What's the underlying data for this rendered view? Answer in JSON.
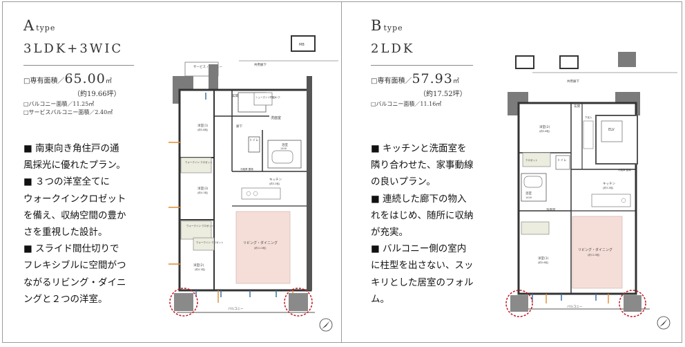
{
  "plan_a": {
    "type_letter": "A",
    "type_word": "type",
    "plan_name": "3LDK+3WIC",
    "area_label": "□専有面積／",
    "area_value": "65.00",
    "area_unit": "㎡",
    "area_tsubo": "（約19.66坪）",
    "balcony_area": "□バルコニー面積／11.25㎡",
    "service_balcony_area": "□サービスバルコニー面積／2.40㎡",
    "features": [
      "■ 南東向き角住戸の通",
      "風採光に優れたプラン。",
      "■ ３つの洋室全てに",
      "ウォークインクロゼット",
      "を備え、収納空間の豊か",
      "さを重視した設計。",
      "■ スライド間仕切りで",
      "フレキシブルに空間がつ",
      "ながるリビング・ダイニ",
      "ングと２つの洋室。"
    ],
    "rooms": {
      "service_balcony": "サービス\nバルコニー",
      "mb": "MB",
      "common_corridor": "共用廊下",
      "entrance": "玄関",
      "shoe_cloak": "シューズイン\nクローク",
      "shoebox": "下足入",
      "washroom": "洗面室",
      "hallway": "廊下",
      "bedroom1": "洋室(1)",
      "bedroom1_size": "(約5.8帖)",
      "wic1": "ウォークイン\nクロゼット",
      "toilet": "トイレ",
      "bath": "浴室",
      "bath_size": "1416",
      "bedroom3": "洋室(3)",
      "bedroom3_size": "(約4.1帖)",
      "storage": "冷蔵庫\n置場",
      "kitchen": "キッチン",
      "kitchen_size": "(約3.2帖)",
      "wic2": "ウォークイン\nクロゼット",
      "wic3": "ウォークイン\nクロゼット",
      "ld": "リビング・ダイニング",
      "ld_size": "(約11.0帖)",
      "bedroom2": "洋室(2)",
      "bedroom2_size": "(約4.1帖)",
      "balcony": "バルコニー"
    }
  },
  "plan_b": {
    "type_letter": "B",
    "type_word": "type",
    "plan_name": "2LDK",
    "area_label": "□専有面積／",
    "area_value": "57.93",
    "area_unit": "㎡",
    "area_tsubo": "（約17.52坪）",
    "balcony_area": "□バルコニー面積／11.16㎡",
    "features": [
      "■ キッチンと洗面室を",
      "隣り合わせた、家事動線",
      "の良いプラン。",
      "■ 連続した廊下の物入",
      "れをはじめ、随所に収納",
      "が充実。",
      "■ バルコニー側の室内",
      "に柱型を出さない、スッ",
      "キリとした居室のフォル",
      "ム。"
    ],
    "rooms": {
      "common_corridor": "共用廊下",
      "entrance": "玄関",
      "shoebox": "下足入",
      "ev": "ELV",
      "bedroom2": "洋室(2)",
      "bedroom2_size": "(約5.6帖)",
      "closet": "クロゼット",
      "toilet": "トイレ",
      "fridge": "冷蔵庫\n置場",
      "bath": "浴室",
      "bath_size": "1416",
      "kitchen": "キッチン",
      "kitchen_size": "(約3.2帖)",
      "washroom": "洗面室",
      "ld": "リビング・ダイニング",
      "ld_size": "(約11.0帖)",
      "bedroom1": "洋室(1)",
      "bedroom1_size": "(約5.6帖)",
      "balcony": "バルコニー"
    }
  }
}
